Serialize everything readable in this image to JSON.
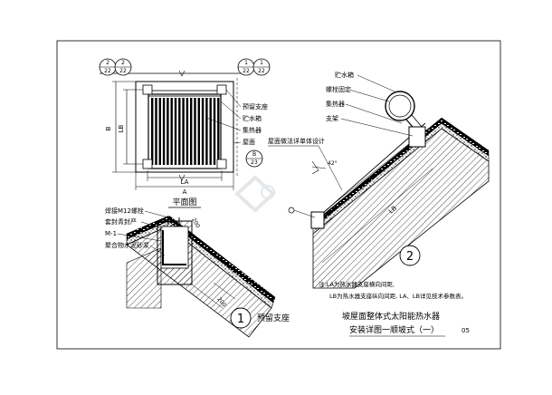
{
  "plan": {
    "title": "平面图",
    "dim_a": "A",
    "dim_la": "LA",
    "dim_b": "B",
    "dim_lb": "LB",
    "ref_tl": {
      "num": "2",
      "den": "22"
    },
    "ref_tr": {
      "num": "1",
      "den": "22"
    },
    "ref_br": {
      "num": "B",
      "den": "23"
    },
    "labels": [
      "预留支座",
      "贮水箱",
      "集热器",
      "屋面"
    ]
  },
  "detail1": {
    "number": "1",
    "caption": "预留支座",
    "labels": [
      "焊接M12螺栓",
      "套封青封严",
      "M-1",
      "聚合物水泥砂浆"
    ],
    "dim": "200",
    "dim_short": "200"
  },
  "detail2": {
    "number": "2",
    "labels": [
      "贮水箱",
      "螺栓固定",
      "集热器",
      "支架"
    ],
    "roof_note": "屋面做法详单体设计",
    "angle": "42°",
    "dim_lb": "LB"
  },
  "notes": [
    "注:LA为热水器支座横向间距,",
    "LB为热水器支座纵向间距, LA、LB详见技术参数表。"
  ],
  "title_block": {
    "line1": "坡屋面整体式太阳能热水器",
    "line2": "安装详图一顺坡式（一）",
    "page": "05"
  }
}
